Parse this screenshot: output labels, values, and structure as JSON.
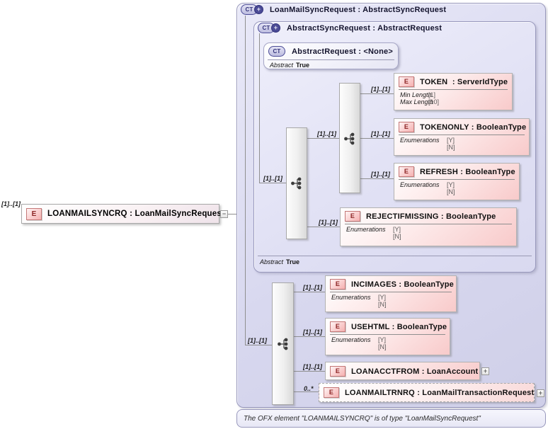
{
  "colors": {
    "container_lavender": "#dcdcf0",
    "element_pink": "#f8caca",
    "element_icon_border": "#c47878",
    "type_icon_indigo": "#4b4b96",
    "connector_gray": "#8f8f8f"
  },
  "icons": {
    "element_letter": "E",
    "complex_type_letter": "CT",
    "expand_glyph": "+",
    "collapse_glyph": "−"
  },
  "source_element": {
    "cardinality": "[1]..[1]",
    "title": "LOANMAILSYNCRQ : LoanMailSyncRequest"
  },
  "types": {
    "outer": {
      "title": "LoanMailSyncRequest : AbstractSyncRequest"
    },
    "base": {
      "title": "AbstractSyncRequest : AbstractRequest",
      "abstract_label": "Abstract",
      "abstract_value": "True"
    },
    "root": {
      "title": "AbstractRequest : <None>",
      "abstract_label": "Abstract",
      "abstract_value": "True"
    }
  },
  "groups": {
    "sync_sequence_cardinality": "[1]..[1]",
    "nested_sequence_cardinality": "[1]..[1]",
    "main_sequence_cardinality": "[1]..[1]"
  },
  "elements": [
    {
      "name": "TOKEN",
      "cardinality": "[1]..[1]",
      "title": "TOKEN  : ServerIdType",
      "facets": [
        {
          "label": "Min Length",
          "value": "[1]"
        },
        {
          "label": "Max Length",
          "value": "[10]"
        }
      ]
    },
    {
      "name": "TOKENONLY",
      "cardinality": "[1]..[1]",
      "title": "TOKENONLY : BooleanType",
      "facets": [
        {
          "label": "Enumerations",
          "value": "[Y]"
        },
        {
          "label": "",
          "value": "[N]"
        }
      ]
    },
    {
      "name": "REFRESH",
      "cardinality": "[1]..[1]",
      "title": "REFRESH : BooleanType",
      "facets": [
        {
          "label": "Enumerations",
          "value": "[Y]"
        },
        {
          "label": "",
          "value": "[N]"
        }
      ]
    },
    {
      "name": "REJECTIFMISSING",
      "cardinality": "[1]..[1]",
      "title": "REJECTIFMISSING : BooleanType",
      "facets": [
        {
          "label": "Enumerations",
          "value": "[Y]"
        },
        {
          "label": "",
          "value": "[N]"
        }
      ]
    },
    {
      "name": "INCIMAGES",
      "cardinality": "[1]..[1]",
      "title": "INCIMAGES : BooleanType",
      "facets": [
        {
          "label": "Enumerations",
          "value": "[Y]"
        },
        {
          "label": "",
          "value": "[N]"
        }
      ]
    },
    {
      "name": "USEHTML",
      "cardinality": "[1]..[1]",
      "title": "USEHTML : BooleanType",
      "facets": [
        {
          "label": "Enumerations",
          "value": "[Y]"
        },
        {
          "label": "",
          "value": "[N]"
        }
      ]
    },
    {
      "name": "LOANACCTFROM",
      "cardinality": "[1]..[1]",
      "title": "LOANACCTFROM : LoanAccount",
      "facets": []
    },
    {
      "name": "LOANMAILTRNRQ",
      "cardinality": "0..*",
      "title": "LOANMAILTRNRQ : LoanMailTransactionRequest",
      "facets": []
    }
  ],
  "footer": "The OFX element \"LOANMAILSYNCRQ\" is of type \"LoanMailSyncRequest\""
}
